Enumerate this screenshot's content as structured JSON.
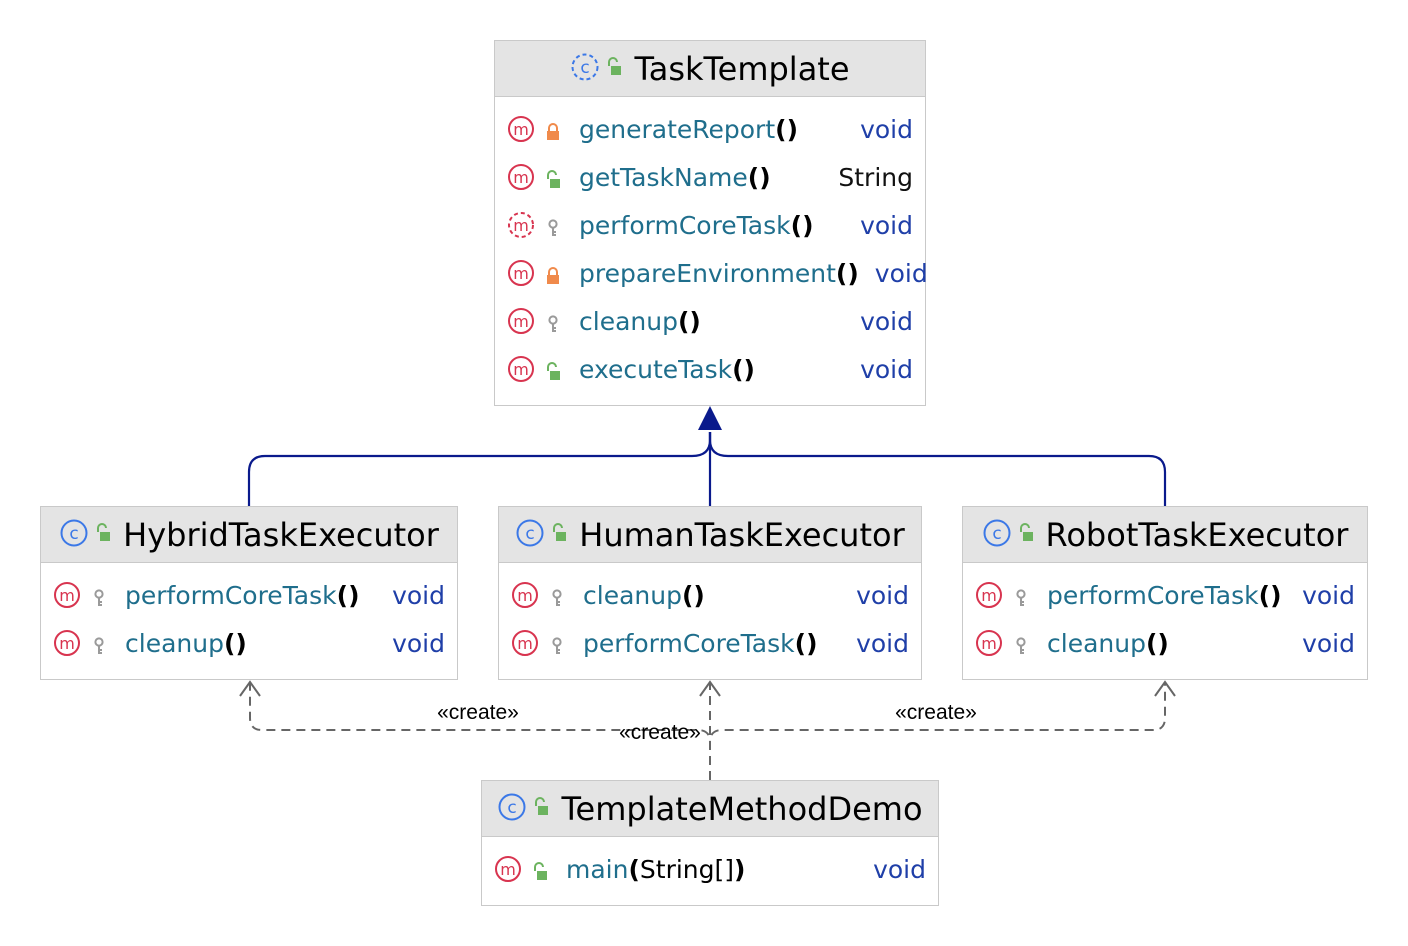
{
  "classes": {
    "task_template": {
      "name": "TaskTemplate",
      "abstract": true,
      "methods": [
        {
          "name": "generateReport",
          "params": "",
          "returns": "void",
          "visibility": "private",
          "abstract": false
        },
        {
          "name": "getTaskName",
          "params": "",
          "returns": "String",
          "visibility": "public",
          "abstract": false
        },
        {
          "name": "performCoreTask",
          "params": "",
          "returns": "void",
          "visibility": "protected",
          "abstract": true
        },
        {
          "name": "prepareEnvironment",
          "params": "",
          "returns": "void",
          "visibility": "private",
          "abstract": false
        },
        {
          "name": "cleanup",
          "params": "",
          "returns": "void",
          "visibility": "protected",
          "abstract": false
        },
        {
          "name": "executeTask",
          "params": "",
          "returns": "void",
          "visibility": "public",
          "abstract": false
        }
      ]
    },
    "hybrid": {
      "name": "HybridTaskExecutor",
      "methods": [
        {
          "name": "performCoreTask",
          "params": "",
          "returns": "void",
          "visibility": "protected"
        },
        {
          "name": "cleanup",
          "params": "",
          "returns": "void",
          "visibility": "protected"
        }
      ]
    },
    "human": {
      "name": "HumanTaskExecutor",
      "methods": [
        {
          "name": "cleanup",
          "params": "",
          "returns": "void",
          "visibility": "protected"
        },
        {
          "name": "performCoreTask",
          "params": "",
          "returns": "void",
          "visibility": "protected"
        }
      ]
    },
    "robot": {
      "name": "RobotTaskExecutor",
      "methods": [
        {
          "name": "performCoreTask",
          "params": "",
          "returns": "void",
          "visibility": "protected"
        },
        {
          "name": "cleanup",
          "params": "",
          "returns": "void",
          "visibility": "protected"
        }
      ]
    },
    "demo": {
      "name": "TemplateMethodDemo",
      "methods": [
        {
          "name": "main",
          "params": "String[]",
          "returns": "void",
          "visibility": "public"
        }
      ]
    }
  },
  "relations": {
    "inheritance": [
      "hybrid -> task_template",
      "human -> task_template",
      "robot -> task_template"
    ],
    "create_left": "«create»",
    "create_center": "«create»",
    "create_right": "«create»"
  },
  "colors": {
    "inherit_line": "#0a1a8c",
    "dependency_line": "#666666",
    "method_badge": "#d8344f",
    "class_badge": "#3b78e7",
    "public_lock": "#6cb35f",
    "private_lock": "#f08a4b",
    "protected_key": "#9a9a9a"
  }
}
